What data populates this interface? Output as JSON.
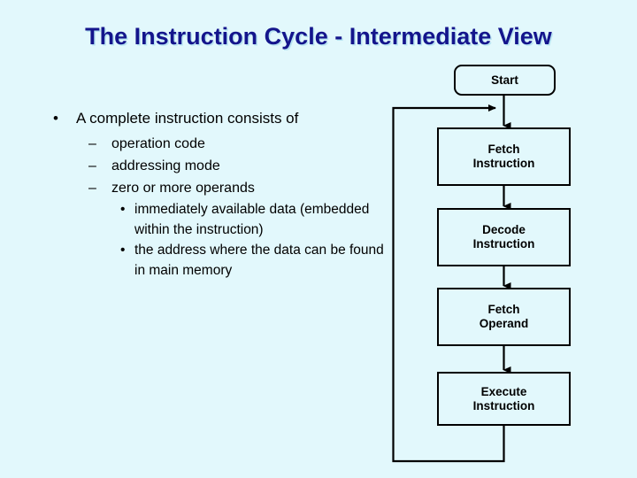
{
  "slide": {
    "title": "The Instruction Cycle - Intermediate View",
    "background_color": "#e2f8fc",
    "title_color": "#14158c"
  },
  "body": {
    "level1": {
      "bullet": "•",
      "text": "A complete instruction consists of"
    },
    "level2": [
      {
        "bullet": "–",
        "text": "operation code"
      },
      {
        "bullet": "–",
        "text": "addressing mode"
      },
      {
        "bullet": "–",
        "text": "zero or more operands"
      }
    ],
    "level3": [
      {
        "bullet": "•",
        "text": "immediately available data (embedded within the instruction)"
      },
      {
        "bullet": "•",
        "text": "the address where the data can be found in main memory"
      }
    ]
  },
  "flowchart": {
    "line_color": "#000000",
    "nodes": [
      {
        "id": "start",
        "label": "Start",
        "shape": "rounded-rect"
      },
      {
        "id": "fetch-ins",
        "label": "Fetch\nInstruction",
        "shape": "rect"
      },
      {
        "id": "decode-ins",
        "label": "Decode\nInstruction",
        "shape": "rect"
      },
      {
        "id": "fetch-op",
        "label": "Fetch\nOperand",
        "shape": "rect"
      },
      {
        "id": "exec-ins",
        "label": "Execute\nInstruction",
        "shape": "rect"
      }
    ],
    "edges": [
      {
        "from": "start",
        "to": "fetch-ins",
        "type": "arrow-down"
      },
      {
        "from": "fetch-ins",
        "to": "decode-ins",
        "type": "arrow-down"
      },
      {
        "from": "decode-ins",
        "to": "fetch-op",
        "type": "arrow-down"
      },
      {
        "from": "fetch-op",
        "to": "exec-ins",
        "type": "arrow-down"
      },
      {
        "from": "exec-ins",
        "to": "fetch-ins",
        "type": "feedback-loop-left"
      }
    ]
  }
}
